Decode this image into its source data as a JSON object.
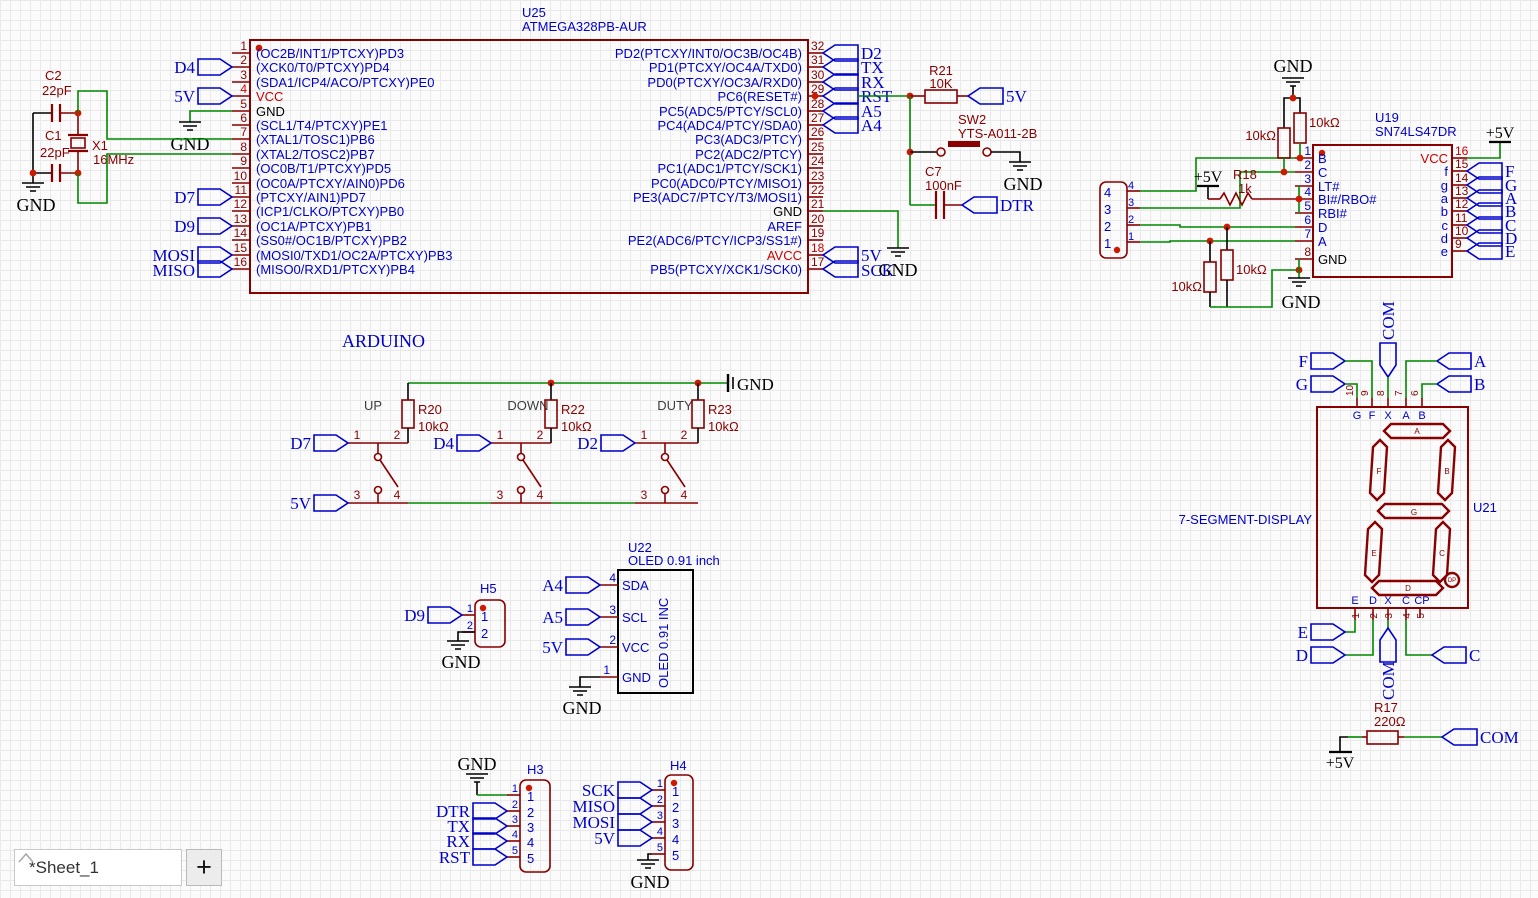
{
  "colors": {
    "wire": "#008800",
    "component": "#880000",
    "net_blue": "#0000cc",
    "power_red": "#cc0000",
    "black": "#000000"
  },
  "sheet_bar": {
    "tab": "*Sheet_1",
    "add": "+"
  },
  "labels": {
    "arduino": "ARDUINO",
    "seven_seg": "7-SEGMENT-DISPLAY"
  },
  "nets": {
    "gnd": "GND",
    "v5": "5V",
    "p5v": "+5V",
    "d2": "D2",
    "d4": "D4",
    "d7": "D7",
    "d9": "D9",
    "tx": "TX",
    "rx": "RX",
    "rst": "RST",
    "dtr": "DTR",
    "a4": "A4",
    "a5": "A5",
    "mosi": "MOSI",
    "miso": "MISO",
    "sck": "SCK",
    "com": "COM",
    "F": "F",
    "G": "G",
    "A": "A",
    "B": "B",
    "C": "C",
    "D": "D",
    "E": "E"
  },
  "u25": {
    "ref": "U25",
    "part": "ATMEGA328PB-AUR",
    "left": [
      {
        "n": "1",
        "t": "(OC2B/INT1/PTCXY)PD3"
      },
      {
        "n": "2",
        "t": "(XCK0/T0/PTCXY)PD4"
      },
      {
        "n": "3",
        "t": "(SDA1/ICP4/ACO/PTCXY)PE0"
      },
      {
        "n": "4",
        "t": "VCC"
      },
      {
        "n": "5",
        "t": "GND"
      },
      {
        "n": "6",
        "t": "(SCL1/T4/PTCXY)PE1"
      },
      {
        "n": "7",
        "t": "(XTAL1/TOSC1)PB6"
      },
      {
        "n": "8",
        "t": "(XTAL2/TOSC2)PB7"
      },
      {
        "n": "9",
        "t": "(OC0B/T1/PTCXY)PD5"
      },
      {
        "n": "10",
        "t": "(OC0A/PTCXY/AIN0)PD6"
      },
      {
        "n": "11",
        "t": "(PTCXY/AIN1)PD7"
      },
      {
        "n": "12",
        "t": "(ICP1/CLKO/PTCXY)PB0"
      },
      {
        "n": "13",
        "t": "(OC1A/PTCXY)PB1"
      },
      {
        "n": "14",
        "t": "(SS0#/OC1B/PTCXY)PB2"
      },
      {
        "n": "15",
        "t": "(MOSI0/TXD1/OC2A/PTCXY)PB3"
      },
      {
        "n": "16",
        "t": "(MISO0/RXD1/PTCXY)PB4"
      }
    ],
    "right": [
      {
        "n": "32",
        "t": "PD2(PTCXY/INT0/OC3B/OC4B)"
      },
      {
        "n": "31",
        "t": "PD1(PTCXY/OC4A/TXD0)"
      },
      {
        "n": "30",
        "t": "PD0(PTCXY/OC3A/RXD0)"
      },
      {
        "n": "29",
        "t": "PC6(RESET#)"
      },
      {
        "n": "28",
        "t": "PC5(ADC5/PTCY/SCL0)"
      },
      {
        "n": "27",
        "t": "PC4(ADC4/PTCY/SDA0)"
      },
      {
        "n": "26",
        "t": "PC3(ADC3/PTCY)"
      },
      {
        "n": "25",
        "t": "PC2(ADC2/PTCY)"
      },
      {
        "n": "24",
        "t": "PC1(ADC1/PTCY/SCK1)"
      },
      {
        "n": "23",
        "t": "PC0(ADC0/PTCY/MISO1)"
      },
      {
        "n": "22",
        "t": "PE3(ADC7/PTCY/T3/MOSI1)"
      },
      {
        "n": "21",
        "t": "GND"
      },
      {
        "n": "20",
        "t": "AREF"
      },
      {
        "n": "19",
        "t": "PE2(ADC6/PTCY/ICP3/SS1#)"
      },
      {
        "n": "18",
        "t": "AVCC"
      },
      {
        "n": "17",
        "t": "PB5(PTCXY/XCK1/SCK0)"
      }
    ]
  },
  "u19": {
    "ref": "U19",
    "part": "SN74LS47DR",
    "left": [
      {
        "n": "1",
        "t": "B"
      },
      {
        "n": "2",
        "t": "C"
      },
      {
        "n": "3",
        "t": "LT#"
      },
      {
        "n": "4",
        "t": "BI#/RBO#"
      },
      {
        "n": "5",
        "t": "RBI#"
      },
      {
        "n": "6",
        "t": "D"
      },
      {
        "n": "7",
        "t": "A"
      },
      {
        "n": "8",
        "t": "GND"
      }
    ],
    "right": [
      {
        "n": "16",
        "t": "VCC"
      },
      {
        "n": "15",
        "t": "f"
      },
      {
        "n": "14",
        "t": "g"
      },
      {
        "n": "13",
        "t": "a"
      },
      {
        "n": "12",
        "t": "b"
      },
      {
        "n": "11",
        "t": "c"
      },
      {
        "n": "10",
        "t": "d"
      },
      {
        "n": "9",
        "t": "e"
      }
    ]
  },
  "j1": {
    "pins": [
      "4",
      "3",
      "2",
      "1"
    ]
  },
  "u21": {
    "ref": "U21",
    "top_letters": [
      "G",
      "F",
      "X",
      "A",
      "B"
    ],
    "top_numbers": [
      "10",
      "9",
      "8",
      "7",
      "6"
    ],
    "bottom_letters": [
      "E",
      "D",
      "X",
      "C",
      "CP"
    ],
    "bottom_numbers": [
      "1",
      "2",
      "3",
      "4",
      "5"
    ],
    "seg": {
      "a": "A",
      "b": "B",
      "c": "C",
      "d": "D",
      "e": "E",
      "f": "F",
      "g": "G",
      "dp": "DP"
    }
  },
  "u22": {
    "ref": "U22",
    "part": "OLED 0.91 inch",
    "vertical": "OLED 0.91 INC",
    "pins": [
      {
        "n": "4",
        "t": "SDA"
      },
      {
        "n": "3",
        "t": "SCL"
      },
      {
        "n": "2",
        "t": "VCC"
      },
      {
        "n": "1",
        "t": "GND"
      }
    ]
  },
  "h3": {
    "ref": "H3",
    "pins": [
      "1",
      "2",
      "3",
      "4",
      "5"
    ]
  },
  "h4": {
    "ref": "H4",
    "pins": [
      "1",
      "2",
      "3",
      "4",
      "5"
    ]
  },
  "h5": {
    "ref": "H5",
    "pins": [
      "1",
      "2"
    ]
  },
  "parts": {
    "c1": {
      "ref": "C1",
      "val": "22pF"
    },
    "c2": {
      "ref": "C2",
      "val": "22pF"
    },
    "x1": {
      "ref": "X1",
      "val": "16MHz"
    },
    "r21": {
      "ref": "R21",
      "val": "10K"
    },
    "sw2": {
      "ref": "SW2",
      "val": "YTS-A011-2B"
    },
    "c7": {
      "ref": "C7",
      "val": "100nF"
    },
    "r18": {
      "ref": "R18",
      "val": "1k"
    },
    "r17": {
      "ref": "R17",
      "val": "220Ω"
    },
    "r20": {
      "ref": "R20",
      "val": "10kΩ"
    },
    "r22": {
      "ref": "R22",
      "val": "10kΩ"
    },
    "r23": {
      "ref": "R23",
      "val": "10kΩ"
    },
    "rp": {
      "val": "10kΩ"
    }
  },
  "buttons": {
    "up": "UP",
    "down": "DOWN",
    "duty": "DUTY"
  }
}
